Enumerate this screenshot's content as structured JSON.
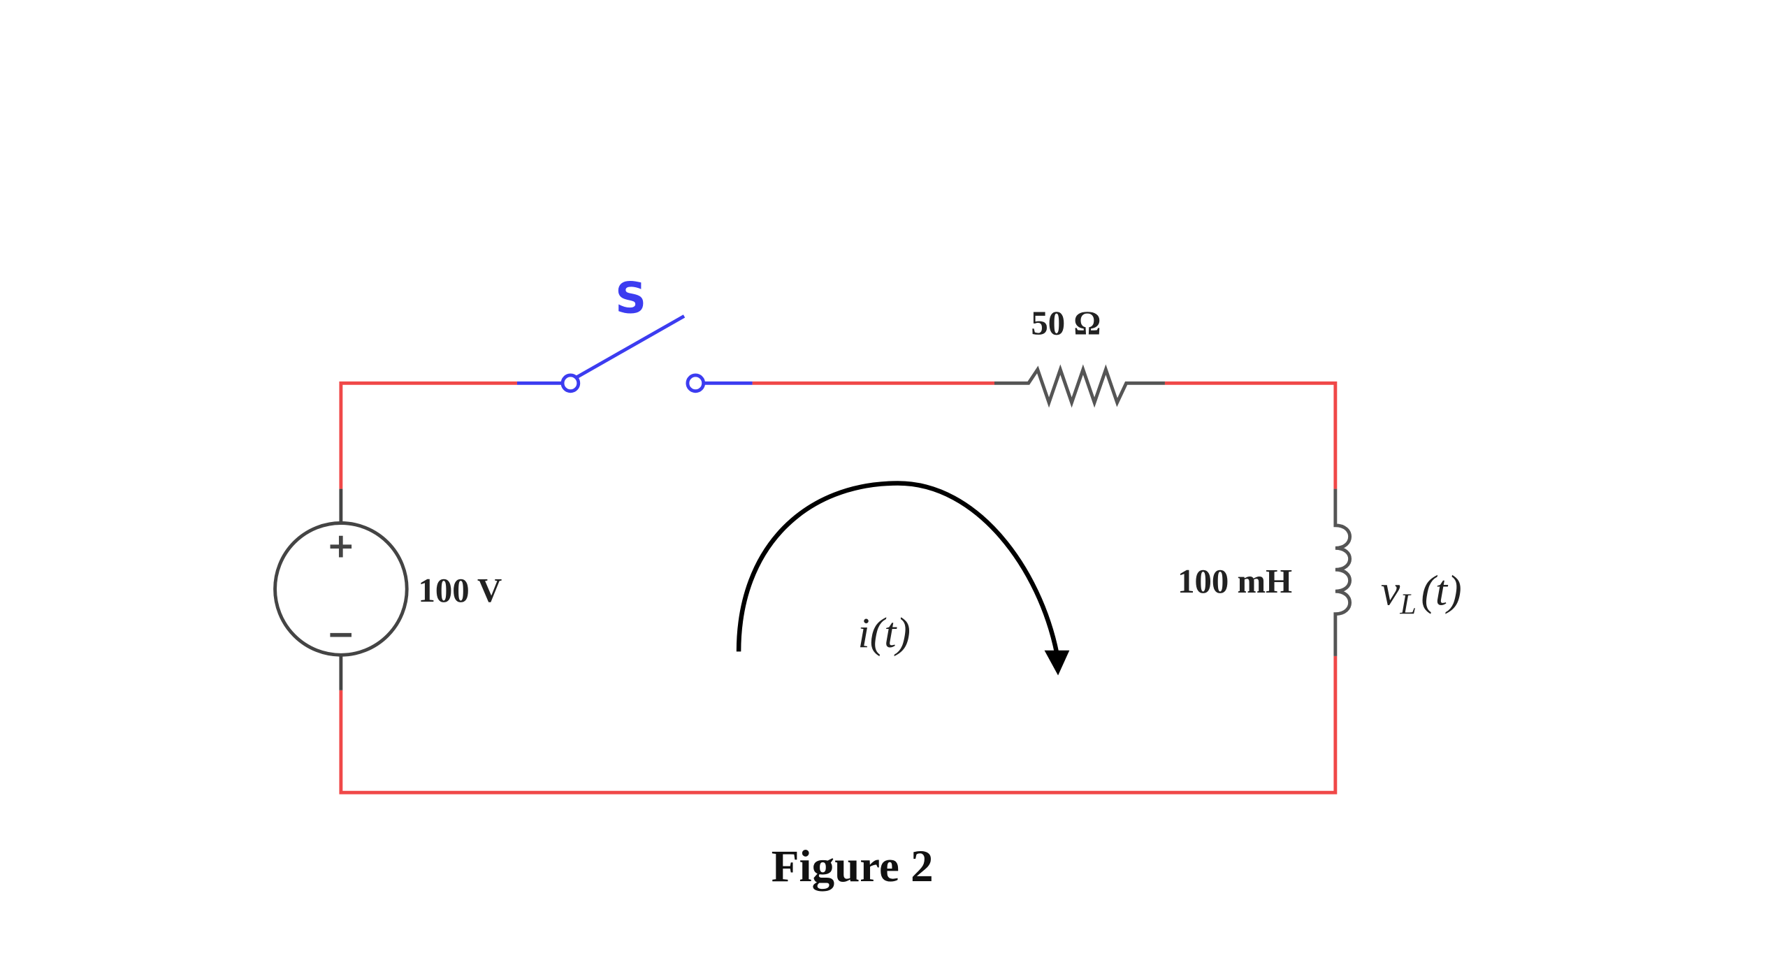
{
  "switch": {
    "label": "S"
  },
  "resistor": {
    "label": "50 Ω"
  },
  "source": {
    "label": "100 V",
    "plus": "+",
    "minus": "−"
  },
  "inductor": {
    "label": "100 mH",
    "voltage_label_main": "v",
    "voltage_label_sub": "L",
    "voltage_label_arg": "(t)"
  },
  "current": {
    "label": "i(t)"
  },
  "caption": "Figure 2",
  "colors": {
    "wire": "#f04848",
    "switch": "#3c3cf0",
    "component": "#555555",
    "text": "#222222"
  }
}
